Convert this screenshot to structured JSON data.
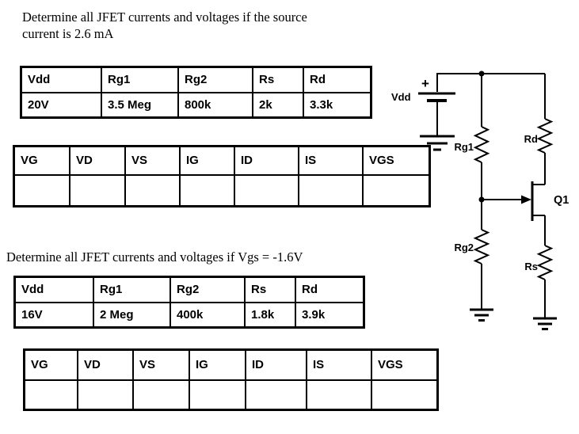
{
  "problem1": {
    "title_line1": "Determine all JFET currents and voltages if the source",
    "title_line2": "current is 2.6 mA",
    "params": {
      "headers": [
        "Vdd",
        "Rg1",
        "Rg2",
        "Rs",
        "Rd"
      ],
      "values": [
        "20V",
        "3.5 Meg",
        "800k",
        "2k",
        "3.3k"
      ]
    },
    "results": {
      "headers": [
        "VG",
        "VD",
        "VS",
        "IG",
        "ID",
        "IS",
        "VGS"
      ],
      "values": [
        "",
        "",
        "",
        "",
        "",
        "",
        ""
      ]
    }
  },
  "problem2": {
    "title": "Determine all JFET currents and voltages if Vgs = -1.6V",
    "params": {
      "headers": [
        "Vdd",
        "Rg1",
        "Rg2",
        "Rs",
        "Rd"
      ],
      "values": [
        "16V",
        "2 Meg",
        "400k",
        "1.8k",
        "3.9k"
      ]
    },
    "results": {
      "headers": [
        "VG",
        "VD",
        "VS",
        "IG",
        "ID",
        "IS",
        "VGS"
      ],
      "values": [
        "",
        "",
        "",
        "",
        "",
        "",
        ""
      ]
    }
  },
  "circuit": {
    "labels": {
      "plus": "+",
      "vdd": "Vdd",
      "rg1": "Rg1",
      "rg2": "Rg2",
      "rd": "Rd",
      "rs": "Rs",
      "q1": "Q1"
    },
    "colors": {
      "ink": "#000000",
      "background": "#ffffff"
    }
  }
}
